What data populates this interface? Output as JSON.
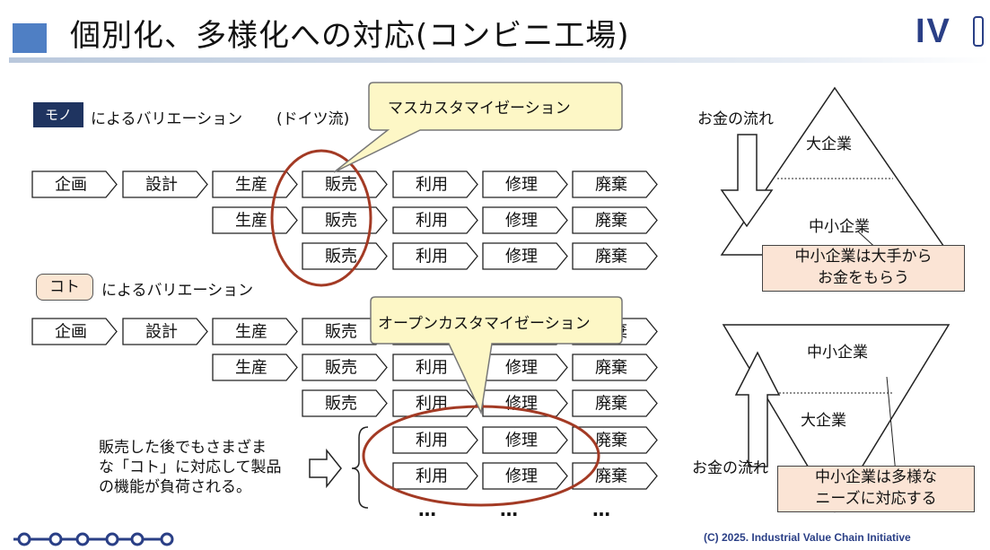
{
  "title": "個別化、多様化への対応(コンビニ工場)",
  "logo_text": "IV",
  "mono": {
    "badge": "モノ",
    "label": "によるバリエーション",
    "sub": "(ドイツ流)",
    "callout": "マスカスタマイゼーション",
    "rows": [
      [
        "企画",
        "設計",
        "生産",
        "販売",
        "利用",
        "修理",
        "廃棄"
      ],
      [
        "生産",
        "販売",
        "利用",
        "修理",
        "廃棄"
      ],
      [
        "販売",
        "利用",
        "修理",
        "廃棄"
      ]
    ]
  },
  "koto": {
    "badge": "コト",
    "label": "によるバリエーション",
    "callout": "オープンカスタマイゼーション",
    "rows": [
      [
        "企画",
        "設計",
        "生産",
        "販売",
        "",
        "",
        "廃棄"
      ],
      [
        "生産",
        "販売",
        "利用",
        "修理",
        "廃棄"
      ],
      [
        "販売",
        "利用",
        "修理",
        "廃棄"
      ],
      [
        "利用",
        "修理",
        "廃棄"
      ],
      [
        "利用",
        "修理",
        "廃棄"
      ]
    ],
    "ellipsis": "…",
    "note_lines": [
      "販売した後でもさまざま",
      "な「コト」に対応して製品",
      "の機能が負荷される。"
    ]
  },
  "pyramid_top": {
    "money_flow": "お金の流れ",
    "big": "大企業",
    "small": "中小企業",
    "box_lines": [
      "中小企業は大手から",
      "お金をもらう"
    ]
  },
  "pyramid_bottom": {
    "money_flow": "お金の流れ",
    "small": "中小企業",
    "big": "大企業",
    "box_lines": [
      "中小企業は多様な",
      "ニーズに対応する"
    ]
  },
  "footer": "(C) 2025. Industrial Value Chain Initiative",
  "colors": {
    "accent": "#4f7fc4",
    "brand": "#2a3f86",
    "circle": "#a33a24",
    "callout": "#fdf7c6",
    "box": "#fbe4d5"
  }
}
